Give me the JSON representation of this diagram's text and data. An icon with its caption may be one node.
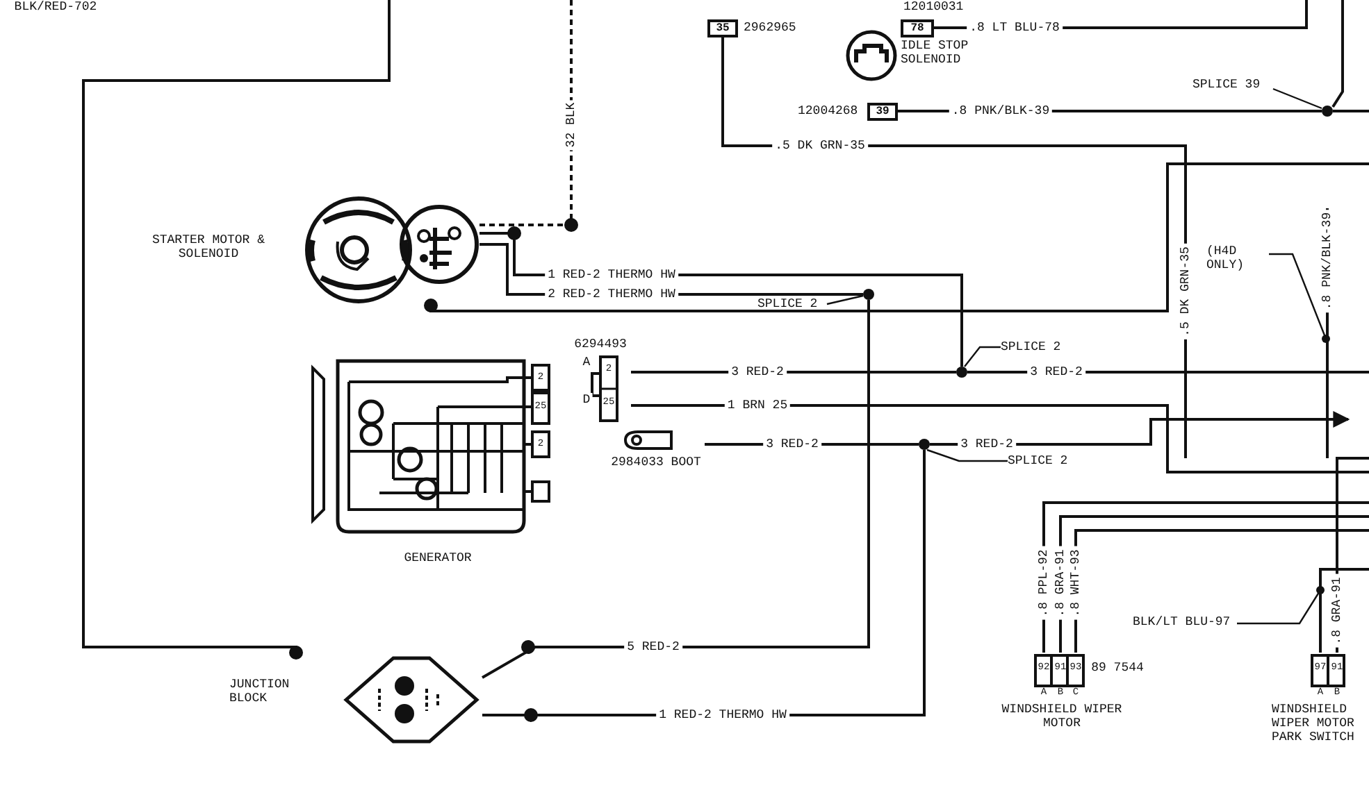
{
  "diagram": {
    "nodes": [
      {
        "text": [
          "STARTER MOTOR & SOLENOID"
        ]
      },
      {
        "text": [
          "GENERATOR"
        ]
      },
      {
        "text": [
          "6294493"
        ]
      },
      {
        "text": [
          "2984033 BOOT"
        ]
      },
      {
        "text": [
          "JUNCTION BLOCK"
        ]
      },
      {
        "text": [
          "IDLE STOP SOLENOID"
        ]
      },
      {
        "text": [
          "39"
        ],
        "beside": [
          "12004268"
        ]
      },
      {
        "text": [
          "35"
        ],
        "beside": [
          "2962965"
        ]
      },
      {
        "text": [
          "78"
        ],
        "beside": [
          "12010031"
        ]
      },
      {
        "text": [
          "WINDSHIELD WIPER MOTOR"
        ]
      },
      {
        "text": [
          "WINDSHIELD WIPER MOTOR PARK SWITCH"
        ]
      },
      {
        "text": [],
        "shape": "circle"
      },
      {
        "text": [],
        "shape": "circle"
      },
      {
        "text": [],
        "shape": "circle"
      },
      {
        "text": [],
        "shape": "circle"
      },
      {
        "text": [
          "SPLICE 2"
        ]
      },
      {
        "text": [
          "SPLICE 2"
        ]
      },
      {
        "text": [
          "SPLICE 2"
        ]
      },
      {
        "text": [
          "SPLICE 39"
        ]
      },
      {
        "text": [
          "(H4D ONLY)"
        ]
      },
      {
        "text": [
          "BLK/LT BLU-97"
        ]
      }
    ],
    "edges": [
      {
        "from": 0,
        "to": null,
        "arrow": "none",
        "label": "32 BLK",
        "style": "dashed"
      },
      {
        "from": 0,
        "to": 12,
        "arrow": "none",
        "label": "1 RED-2 THERMO HW"
      },
      {
        "from": 0,
        "to": 11,
        "arrow": "none",
        "label": "2 RED-2 THERMO HW"
      },
      {
        "from": 0,
        "to": null,
        "arrow": "other"
      },
      {
        "from": 11,
        "to": 4,
        "arrow": "none",
        "label": "5 RED-2"
      },
      {
        "from": 13,
        "to": 4,
        "arrow": "none",
        "label": "1 RED-2 THERMO HW"
      },
      {
        "from": 4,
        "to": null,
        "arrow": "other"
      },
      {
        "from": 7,
        "to": null,
        "arrow": "none",
        "label": ".5 DK GRN-35"
      },
      {
        "from": 6,
        "to": 14,
        "arrow": "none",
        "label": ".8 PNK/BLK-39"
      },
      {
        "from": 14,
        "to": null,
        "arrow": "none"
      },
      {
        "from": 14,
        "to": null,
        "arrow": "none"
      },
      {
        "from": 8,
        "to": null,
        "arrow": "none",
        "label": ".8 LT BLU-78"
      },
      {
        "from": 2,
        "to": 12,
        "arrow": "none",
        "label": "3 RED-2"
      },
      {
        "from": 12,
        "to": null,
        "arrow": "none",
        "label": "3 RED-2"
      },
      {
        "from": 2,
        "to": null,
        "arrow": "none",
        "label": "1 BRN 25"
      },
      {
        "from": 3,
        "to": 13,
        "arrow": "none",
        "label": "3 RED-2"
      },
      {
        "from": 13,
        "to": null,
        "arrow": "to",
        "label": "3 RED-2"
      },
      {
        "from": 9,
        "to": null,
        "arrow": "none",
        "label": ".8 PPL-92"
      },
      {
        "from": 9,
        "to": null,
        "arrow": "none",
        "label": ".8 GRA-91"
      },
      {
        "from": 9,
        "to": null,
        "arrow": "none",
        "label": ".8 WHT-93"
      },
      {
        "from": 10,
        "to": null,
        "arrow": "none",
        "label": ".8 GRA-91"
      },
      {
        "from": 10,
        "to": null,
        "arrow": "none"
      },
      {
        "from": 15,
        "to": 11,
        "arrow": "none"
      },
      {
        "from": 16,
        "to": 12,
        "arrow": "none"
      },
      {
        "from": 17,
        "to": 13,
        "arrow": "none"
      },
      {
        "from": 18,
        "to": 14,
        "arrow": "none"
      },
      {
        "from": 19,
        "to": null,
        "arrow": "other"
      },
      {
        "from": 20,
        "to": null,
        "arrow": "other"
      }
    ],
    "labels": [
      "BLK/RED-702",
      ".5 DK GRN-35",
      ".8 PNK/BLK-39",
      "2",
      "25",
      "2",
      "A",
      "2",
      "D",
      "25",
      "92",
      "91",
      "93",
      "89 7544",
      "A",
      "B",
      "C",
      "97",
      "91",
      "A",
      "B"
    ]
  }
}
